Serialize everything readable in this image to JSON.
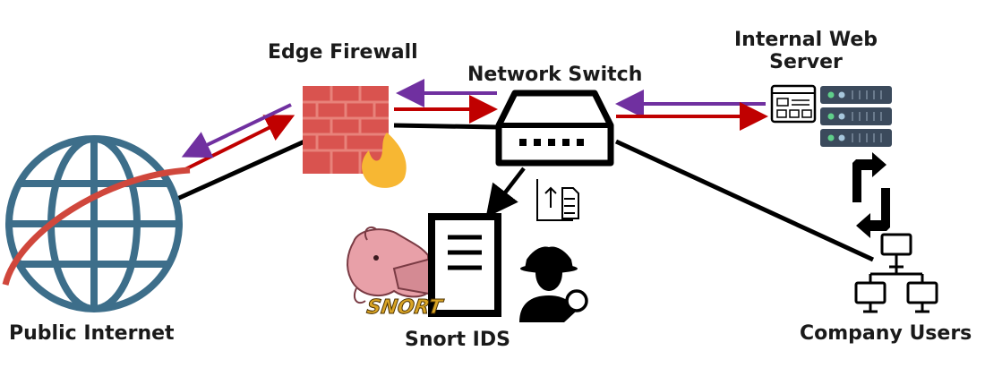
{
  "labels": {
    "edge_firewall": "Edge Firewall",
    "network_switch": "Network Switch",
    "web_server_line1": "Internal Web",
    "web_server_line2": "Server",
    "public_internet": "Public Internet",
    "snort_ids": "Snort IDS",
    "company_users": "Company Users",
    "snort_logo_text": "SNORT"
  },
  "colors": {
    "line": "#000000",
    "inbound_arrow": "#c00000",
    "outbound_arrow": "#7030a0",
    "globe": "#3d6e8a",
    "globe_orbit": "#d0473c",
    "brick": "#d9534f",
    "brick_light": "#e8827a",
    "flame": "#f7b733",
    "server": "#3b4a5c",
    "server_led": "#5fcf8a",
    "pig": "#e8a0a8",
    "snort_logo": "#d9a425"
  }
}
